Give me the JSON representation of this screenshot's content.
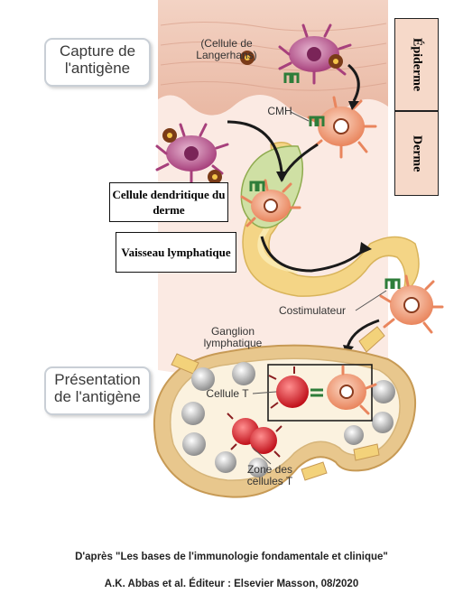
{
  "stages": {
    "capture": "Capture de l'antigène",
    "presentation": "Présentation de l'antigène"
  },
  "layers": {
    "epidermis": "Épiderme",
    "dermis": "Derme"
  },
  "labels": {
    "langerhans": "(Cellule de Langerhans)",
    "mhc": "CMH",
    "dermal_dendritic_cell": "Cellule dendritique du derme",
    "lymphatic_vessel": "Vaisseau lymphatique",
    "costimulator": "Costimulateur",
    "lymph_node": "Ganglion lymphatique",
    "t_cell": "Cellule T",
    "t_cell_zone": "Zone des cellules T"
  },
  "caption": {
    "line1": "D'après \"Les bases de l'immunologie fondamentale et clinique\"",
    "line2": "A.K. Abbas et al. Éditeur : Elsevier Masson, 08/2020"
  },
  "colors": {
    "epidermis": "#efc6b4",
    "dermis": "#fbe9e1",
    "lymph": "#f3d27a",
    "node_capsule": "#e9c98e",
    "node_inner": "#fbf1de",
    "dendritic_cell": "#ef9a77",
    "langerhans_cell": "#b54f8a",
    "t_cell": "#d7141e",
    "layer_box": "#f6d9c9"
  }
}
